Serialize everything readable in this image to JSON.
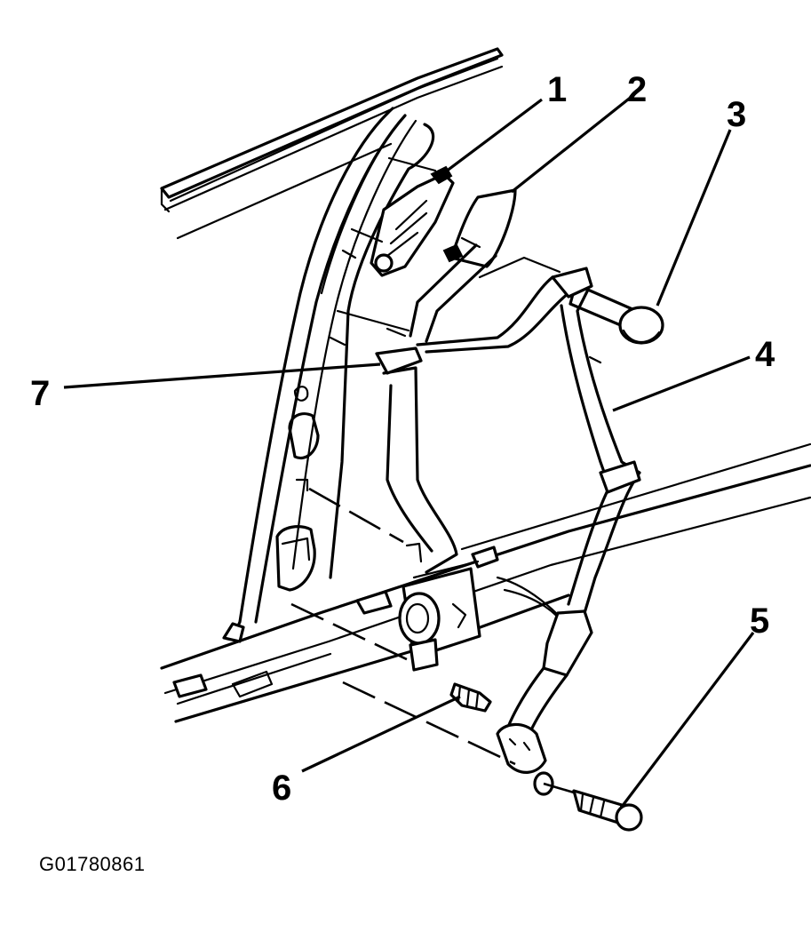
{
  "callouts": [
    {
      "id": "callout-1",
      "label": "1"
    },
    {
      "id": "callout-2",
      "label": "2"
    },
    {
      "id": "callout-3",
      "label": "3"
    },
    {
      "id": "callout-4",
      "label": "4"
    },
    {
      "id": "callout-5",
      "label": "5"
    },
    {
      "id": "callout-6",
      "label": "6"
    },
    {
      "id": "callout-7",
      "label": "7"
    }
  ],
  "figure_id": "G01780861"
}
